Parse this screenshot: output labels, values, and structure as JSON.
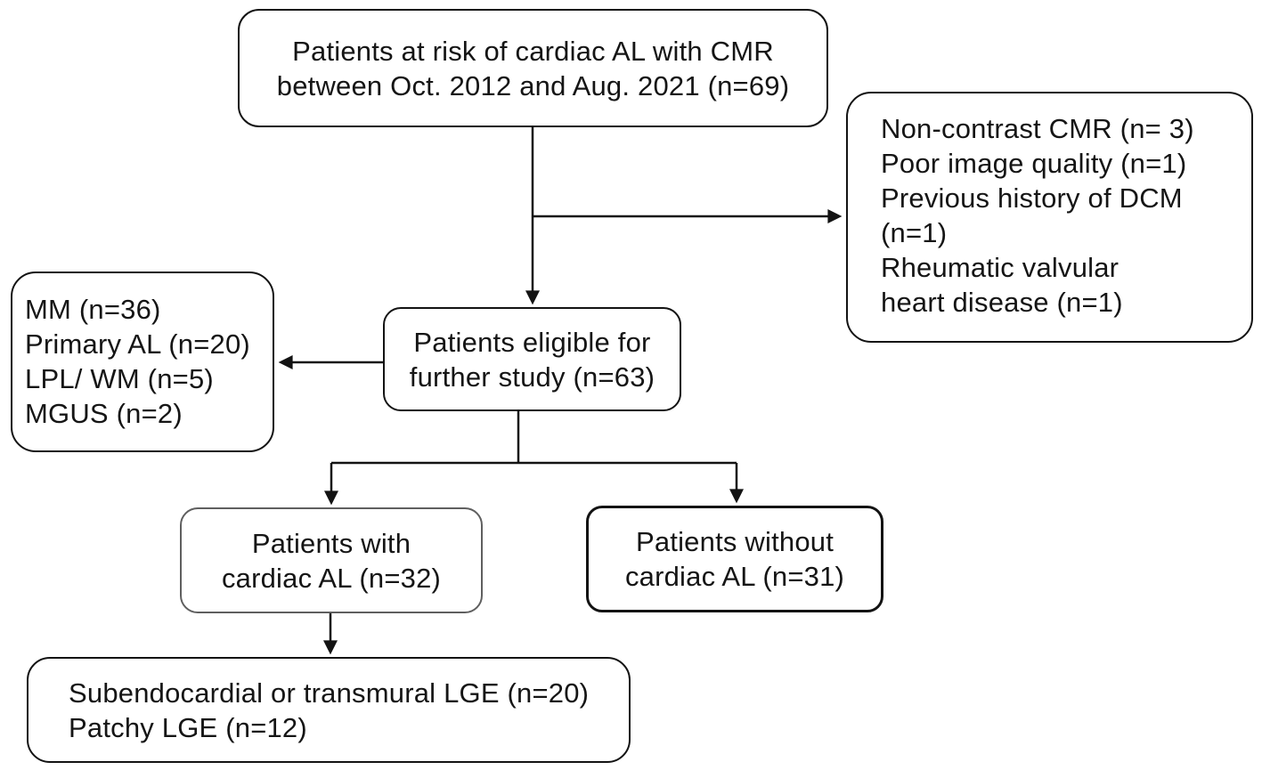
{
  "diagram": {
    "type": "patient-flowchart",
    "colors": {
      "background": "#ffffff",
      "line": "#131313",
      "box_border": "#131313",
      "with_al_box_border": "#5f5f5f",
      "text": "#151515"
    },
    "nodes": {
      "top": {
        "lines": [
          "Patients at risk of cardiac AL with CMR",
          "between Oct. 2012 and Aug. 2021 (n=69)"
        ]
      },
      "exclusions": {
        "lines": [
          "Non-contrast CMR (n= 3)",
          "Poor image quality (n=1)",
          "Previous history of DCM",
          "(n=1)",
          "Rheumatic valvular",
          "heart disease (n=1)"
        ]
      },
      "diagnoses": {
        "lines": [
          "MM (n=36)",
          "Primary AL (n=20)",
          "LPL/ WM (n=5)",
          "MGUS (n=2)"
        ]
      },
      "eligible": {
        "lines": [
          "Patients eligible for",
          "further study (n=63)"
        ]
      },
      "with_al": {
        "lines": [
          "Patients with",
          "cardiac AL (n=32)"
        ]
      },
      "without_al": {
        "lines": [
          "Patients without",
          "cardiac AL (n=31)"
        ]
      },
      "lge": {
        "lines": [
          "Subendocardial or transmural LGE (n=20)",
          "Patchy LGE (n=12)"
        ]
      }
    }
  }
}
